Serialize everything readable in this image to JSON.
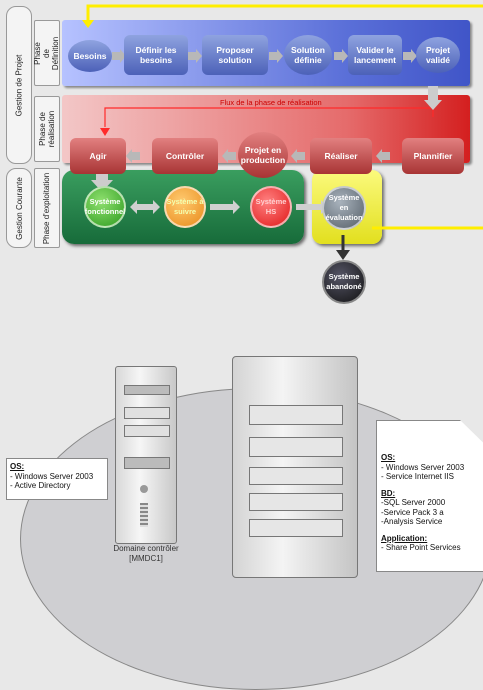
{
  "colors": {
    "blue_band": "#4d5fc4",
    "red_band": "#d93a3a",
    "green_band": "#1c7a45",
    "yellow_band": "#e8e630",
    "flow": "#ffee00"
  },
  "sidebar": {
    "gestion_projet": "Gestion de Projet",
    "phase_definition": "Phase de Définition",
    "phase_realisation": "Phase de réalisation",
    "gestion_courante": "Gestion Courante",
    "phase_exploitation": "Phase d'exploitation"
  },
  "definition_steps": [
    "Besoins",
    "Définir les besoins",
    "Proposer solution",
    "Solution définie",
    "Valider le lancement",
    "Projet validé"
  ],
  "realisation_label": "Flux de la phase de réalisation",
  "realisation_steps": [
    "Agir",
    "Contrôler",
    "Projet en production",
    "Réaliser",
    "Plannifier"
  ],
  "exploitation_steps": [
    "Système fonctionnel",
    "Système à suivre",
    "Système HS"
  ],
  "evaluation": "Système en évaluation",
  "abandoned": "Système abandoné",
  "server1": {
    "name": "Domaine contrôler",
    "id": "[MMDC1]",
    "os_title": "OS:",
    "os_items": [
      "- Windows Server 2003",
      "- Active Directory"
    ]
  },
  "server2": {
    "os_title": "OS:",
    "os_items": [
      "- Windows Server 2003",
      "- Service Internet IIS"
    ],
    "bd_title": "BD:",
    "bd_items": [
      "-SQL Server 2000",
      "-Service Pack 3 a",
      "-Analysis Service"
    ],
    "app_title": "Application:",
    "app_items": [
      "- Share Point Services"
    ]
  }
}
